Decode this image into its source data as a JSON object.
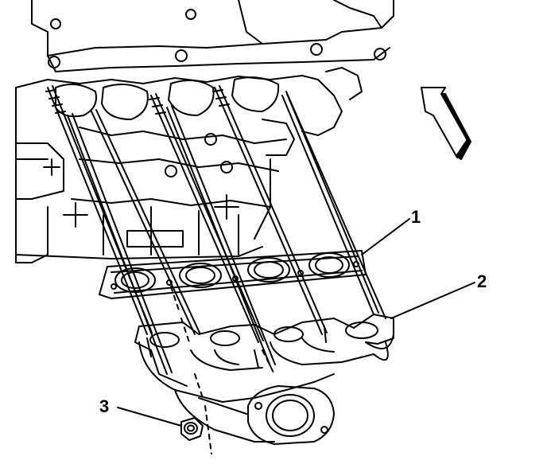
{
  "diagram": {
    "callouts": [
      {
        "id": "1",
        "label": "1",
        "part": "exhaust-manifold-gasket"
      },
      {
        "id": "2",
        "label": "2",
        "part": "exhaust-manifold"
      },
      {
        "id": "3",
        "label": "3",
        "part": "exhaust-manifold-nut"
      }
    ],
    "direction_arrow": "front-of-vehicle-arrow",
    "line_color": "#000000",
    "background": "#ffffff"
  }
}
